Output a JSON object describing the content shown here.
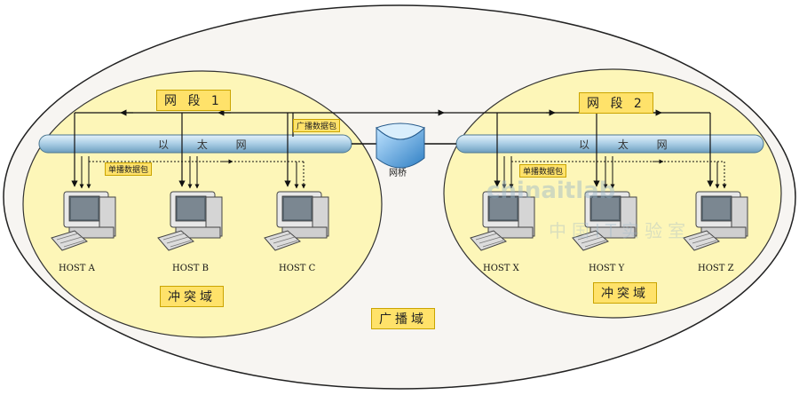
{
  "segments": [
    {
      "label": "网 段 1",
      "ethernet_label": "以 太 网",
      "broadcast_packet_label": "广播数据包",
      "unicast_packet_label": "单播数据包",
      "collision_domain_label": "冲突域",
      "hosts": [
        "HOST A",
        "HOST B",
        "HOST C"
      ]
    },
    {
      "label": "网 段 2",
      "ethernet_label": "以 太 网",
      "unicast_packet_label": "单播数据包",
      "collision_domain_label": "冲突域",
      "hosts": [
        "HOST X",
        "HOST Y",
        "HOST Z"
      ]
    }
  ],
  "bridge": {
    "label": "网桥"
  },
  "broadcast_domain_label": "广播域",
  "watermark": {
    "brand": "chinaitlab",
    "subtitle": "中国IT实验室"
  },
  "colors": {
    "domain_fill": "#fdf6b8",
    "outer_fill": "#f7f5f2",
    "label_fill": "#ffe26a",
    "cable": "#a9cde4",
    "bridge": "#4a9cd8"
  }
}
